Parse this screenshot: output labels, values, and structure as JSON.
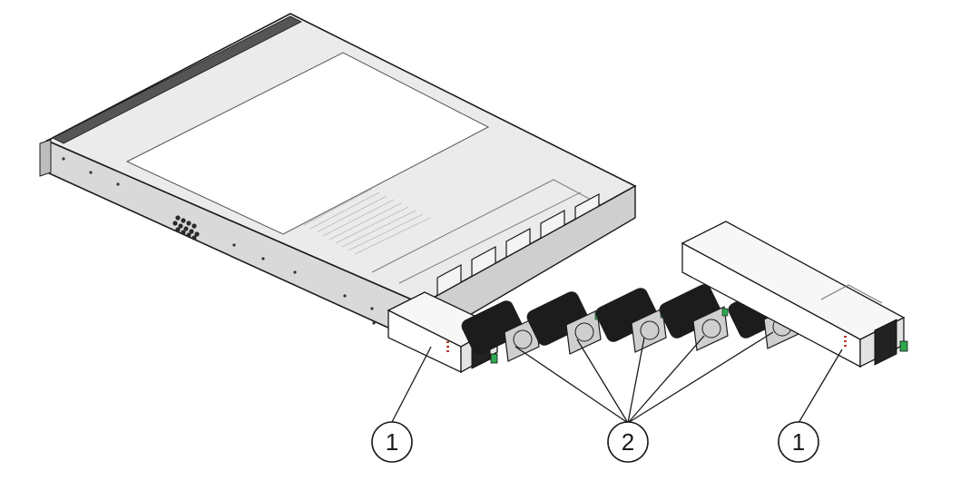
{
  "callouts": [
    {
      "id": "callout-left",
      "label": "1"
    },
    {
      "id": "callout-center",
      "label": "2"
    },
    {
      "id": "callout-right",
      "label": "1"
    }
  ],
  "colors": {
    "background": "#ffffff",
    "line": "#1a1a1a",
    "chassis_top": "#e9e9e9",
    "chassis_side": "#d6d6d6",
    "panel_white": "#ffffff",
    "fan_black": "#1c1c1c",
    "latch_green": "#2fa84f"
  }
}
